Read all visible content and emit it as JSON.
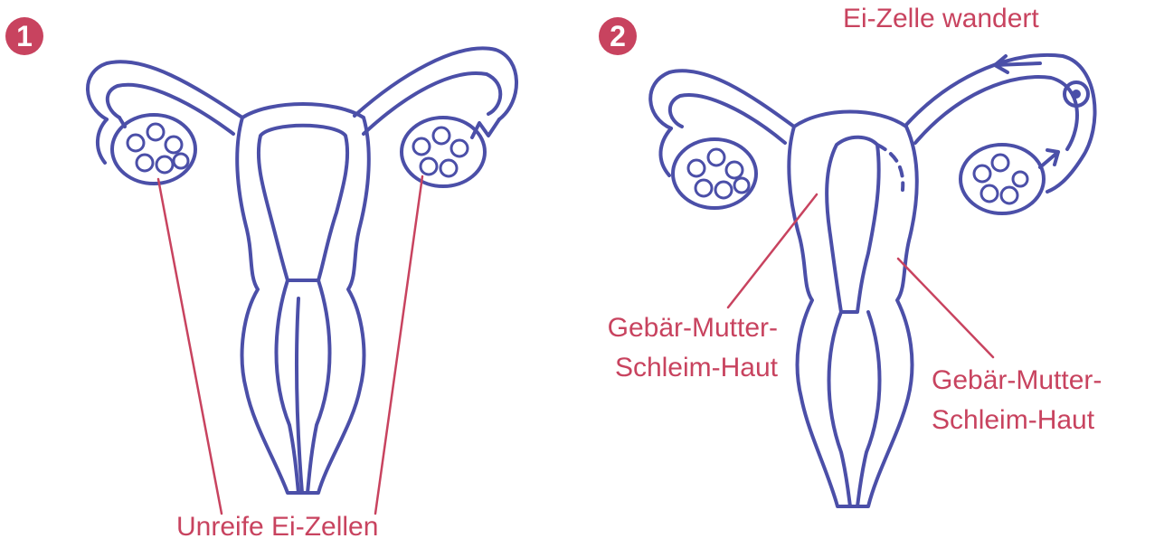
{
  "colors": {
    "accent": "#c8435f",
    "outline": "#4b4fa8"
  },
  "panels": [
    {
      "number": "1"
    },
    {
      "number": "2"
    }
  ],
  "labels": {
    "unripe_eggs": "Unreife Ei-Zellen",
    "egg_travels": "Ei-Zelle wandert",
    "lining_left_line1": "Gebär-Mutter-",
    "lining_left_line2": "Schleim-Haut",
    "lining_right_line1": "Gebär-Mutter-",
    "lining_right_line2": "Schleim-Haut"
  }
}
